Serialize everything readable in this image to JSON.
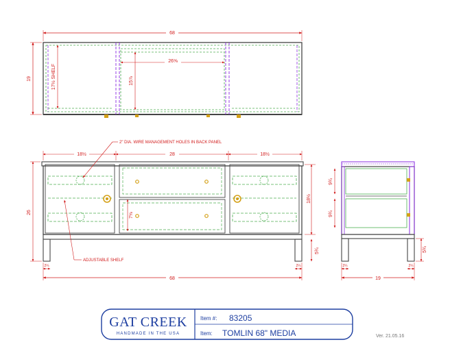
{
  "colors": {
    "outline": "#444444",
    "dimension": "#d11a1a",
    "shelf": "#4caf50",
    "hidden": "#8a2be2",
    "brass": "#d4a017",
    "title_block": "#1d3ea0"
  },
  "top_view": {
    "overall_width": "68",
    "depth": "19",
    "shelf_label": "17½ SHELF",
    "opening_width": "26⅝",
    "opening_depth": "15⅞"
  },
  "front_view": {
    "left_bay": "18½",
    "center_bay": "28",
    "right_bay": "18½",
    "overall_height": "26",
    "body_height": "18½",
    "drawer_height": "7⅛",
    "leg_height": "5¾",
    "leg_width": "2¼",
    "overall_width": "68",
    "note_holes": "2\" DIA. WIRE MANAGEMENT HOLES IN BACK PANEL",
    "note_shelf": "ADJUSTABLE SHELF"
  },
  "side_view": {
    "upper_space": "9¾",
    "lower_space": "9¾",
    "leg_height": "5¾",
    "leg_width": "2¼",
    "depth": "19"
  },
  "title_block": {
    "brand": "GAT CREEK",
    "tagline": "HANDMADE IN THE USA",
    "item_no_label": "Item #:",
    "item_no": "83205",
    "item_label": "Item:",
    "item_name": "TOMLIN 68\" MEDIA",
    "version": "Ver. 21.05.16"
  }
}
